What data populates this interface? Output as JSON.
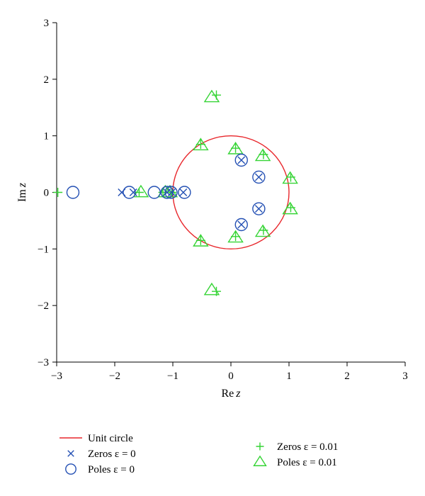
{
  "chart_data": {
    "type": "scatter",
    "title": "",
    "xlabel_main": "Re",
    "xlabel_var": "z",
    "ylabel_main": "Im",
    "ylabel_var": "z",
    "xlim": [
      -3,
      3
    ],
    "ylim": [
      -3,
      3
    ],
    "xticks": [
      -3,
      -2,
      -1,
      0,
      1,
      2,
      3
    ],
    "yticks": [
      -3,
      -2,
      -1,
      0,
      1,
      2,
      3
    ],
    "xtick_labels": [
      "−3",
      "−2",
      "−1",
      "0",
      "1",
      "2",
      "3"
    ],
    "ytick_labels": [
      "−3",
      "−2",
      "−1",
      "0",
      "1",
      "2",
      "3"
    ],
    "grid": false,
    "legend_position": "bottom",
    "colors": {
      "unit_circle": "#e8262b",
      "eps0": "#2450b4",
      "eps001": "#35d435",
      "axis": "#000000"
    },
    "series": [
      {
        "name": "Unit circle",
        "marker": "line",
        "circle": {
          "cx": 0,
          "cy": 0,
          "r": 1
        }
      },
      {
        "name": "Zeros ε = 0",
        "marker": "x",
        "points": [
          [
            -1.88,
            0
          ],
          [
            -1.68,
            0
          ],
          [
            -1.1,
            0
          ],
          [
            -1.02,
            0
          ],
          [
            -0.82,
            0
          ],
          [
            0.18,
            0.57
          ],
          [
            0.18,
            -0.57
          ],
          [
            0.48,
            0.27
          ],
          [
            0.48,
            -0.29
          ]
        ]
      },
      {
        "name": "Poles ε = 0",
        "marker": "circle",
        "points": [
          [
            -2.72,
            0
          ],
          [
            -1.75,
            0
          ],
          [
            -1.32,
            0
          ],
          [
            -1.1,
            0
          ],
          [
            -1.03,
            0
          ],
          [
            -0.8,
            0
          ],
          [
            0.18,
            0.57
          ],
          [
            0.18,
            -0.57
          ],
          [
            0.48,
            0.27
          ],
          [
            0.48,
            -0.29
          ]
        ]
      },
      {
        "name": "Zeros ε = 0.01",
        "marker": "plus",
        "points": [
          [
            -2.98,
            0
          ],
          [
            -1.58,
            0
          ],
          [
            -1.17,
            0
          ],
          [
            -1.02,
            0
          ],
          [
            -0.52,
            0.85
          ],
          [
            -0.52,
            -0.85
          ],
          [
            0.08,
            0.78
          ],
          [
            0.08,
            -0.78
          ],
          [
            0.56,
            0.67
          ],
          [
            0.56,
            -0.67
          ],
          [
            1.03,
            0.27
          ],
          [
            1.03,
            -0.27
          ],
          [
            -0.25,
            1.72
          ],
          [
            -0.25,
            -1.75
          ]
        ]
      },
      {
        "name": "Poles ε = 0.01",
        "marker": "triangle",
        "points": [
          [
            -1.55,
            0
          ],
          [
            -1.13,
            0
          ],
          [
            -1.05,
            0
          ],
          [
            -0.52,
            0.83
          ],
          [
            -0.52,
            -0.87
          ],
          [
            0.08,
            0.76
          ],
          [
            0.08,
            -0.8
          ],
          [
            0.55,
            0.64
          ],
          [
            0.55,
            -0.7
          ],
          [
            1.02,
            0.24
          ],
          [
            1.02,
            -0.3
          ],
          [
            -0.33,
            1.68
          ],
          [
            -0.33,
            -1.73
          ]
        ]
      }
    ]
  }
}
